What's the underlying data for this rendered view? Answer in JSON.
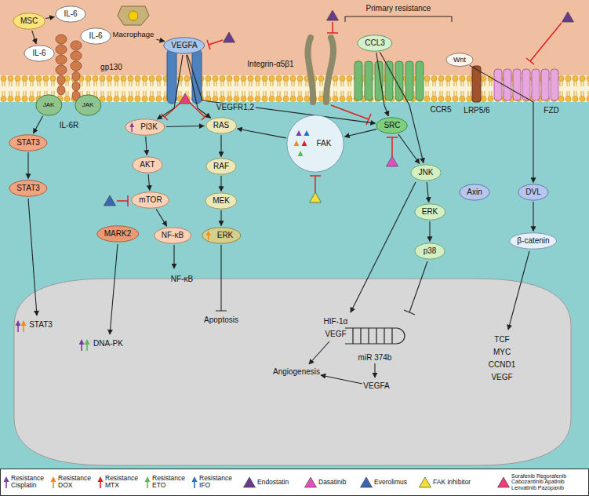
{
  "diagram": {
    "nodes": [
      {
        "text": [
          "MSC"
        ]
      },
      {
        "text": [
          "IL-6"
        ]
      },
      {
        "text": [
          "IL-6"
        ]
      },
      {
        "text": [
          "IL-6"
        ]
      },
      {
        "text": [
          "Macrophage"
        ]
      },
      {
        "text": [
          "VEGFA"
        ]
      },
      {
        "text": [
          "CCL3"
        ]
      },
      {
        "text": [
          "Wnt"
        ]
      },
      {
        "text": [
          "JAK"
        ]
      },
      {
        "text": [
          "JAK"
        ]
      },
      {
        "text": [
          "STAT3"
        ]
      },
      {
        "text": [
          "PI3K"
        ]
      },
      {
        "text": [
          "RAS"
        ]
      },
      {
        "text": [
          "SRC"
        ]
      },
      {
        "text": [
          "FAK"
        ]
      },
      {
        "text": [
          "AKT"
        ]
      },
      {
        "text": [
          "RAF"
        ]
      },
      {
        "text": [
          "JNK"
        ]
      },
      {
        "text": [
          "Axin"
        ]
      },
      {
        "text": [
          "DVL"
        ]
      },
      {
        "text": [
          "STAT3"
        ]
      },
      {
        "text": [
          "mTOR"
        ]
      },
      {
        "text": [
          "MEK"
        ]
      },
      {
        "text": [
          "ERK"
        ]
      },
      {
        "text": [
          "MARK2"
        ]
      },
      {
        "text": [
          "NF-κB"
        ]
      },
      {
        "text": [
          "ERK"
        ]
      },
      {
        "text": [
          "β-catenin"
        ]
      },
      {
        "text": [
          "p38"
        ]
      }
    ],
    "edges": [
      {
        "from": 0,
        "to": 1,
        "arrow": "to"
      },
      {
        "from": 0,
        "to": 2,
        "arrow": "to"
      },
      {
        "from": 4,
        "to": 5,
        "arrow": "to"
      },
      {
        "from": 8,
        "to": 10,
        "arrow": "to"
      },
      {
        "from": 10,
        "to": 20,
        "arrow": "to"
      },
      {
        "from": 5,
        "to": 11,
        "arrow": "to"
      },
      {
        "from": 5,
        "to": 12,
        "arrow": "to"
      },
      {
        "from": 11,
        "to": 12,
        "arrow": "to"
      },
      {
        "from": 11,
        "to": 15,
        "arrow": "to"
      },
      {
        "from": 15,
        "to": 21,
        "arrow": "to"
      },
      {
        "from": 21,
        "to": 25,
        "arrow": "to"
      },
      {
        "from": 12,
        "to": 16,
        "arrow": "to"
      },
      {
        "from": 16,
        "to": 22,
        "arrow": "to"
      },
      {
        "from": 22,
        "to": 26,
        "arrow": "to"
      },
      {
        "from": 5,
        "to": 13,
        "arrow": "to"
      },
      {
        "from": 14,
        "to": 12,
        "arrow": "to"
      },
      {
        "from": 13,
        "to": 14,
        "arrow": "to"
      },
      {
        "from": 6,
        "to": 13,
        "arrow": "to"
      },
      {
        "from": 6,
        "to": 17,
        "arrow": "to"
      },
      {
        "from": 13,
        "to": 17,
        "arrow": "to"
      },
      {
        "from": 17,
        "to": 23,
        "arrow": "to"
      },
      {
        "from": 23,
        "to": 28,
        "arrow": "to"
      },
      {
        "from": 7,
        "to": 19,
        "arrow": "to"
      },
      {
        "from": 19,
        "to": 27,
        "arrow": "to"
      }
    ],
    "labels": [
      "gp130",
      "IL-6R",
      "VEGFR1,2",
      "Integrin-α5β1",
      "Primary resistance",
      "CCR5",
      "LRP5/6",
      "FZD",
      "STAT3",
      "DNA-PK",
      "NF-κB",
      "Apoptosis",
      "HIF-1α",
      "VEGF",
      "Angiogenesis",
      "miR 374b",
      "VEGFA",
      "TCF",
      "MYC",
      "CCND1",
      "VEGF"
    ],
    "legend": [
      {
        "text": "Resistance Cisplatin"
      },
      {
        "text": "Resistance DOX"
      },
      {
        "text": "Resistance MTX"
      },
      {
        "text": "Resistance ETO"
      },
      {
        "text": "Resistance IFO"
      },
      {
        "text": "Endostatin"
      },
      {
        "text": "Dasatinib"
      },
      {
        "text": "Everolimus"
      },
      {
        "text": "FAK inhibitor"
      },
      {
        "text": "Sorafenib Regorafenib Cabozantinib Apatinib Lenvatinib Pazopanib"
      }
    ]
  }
}
